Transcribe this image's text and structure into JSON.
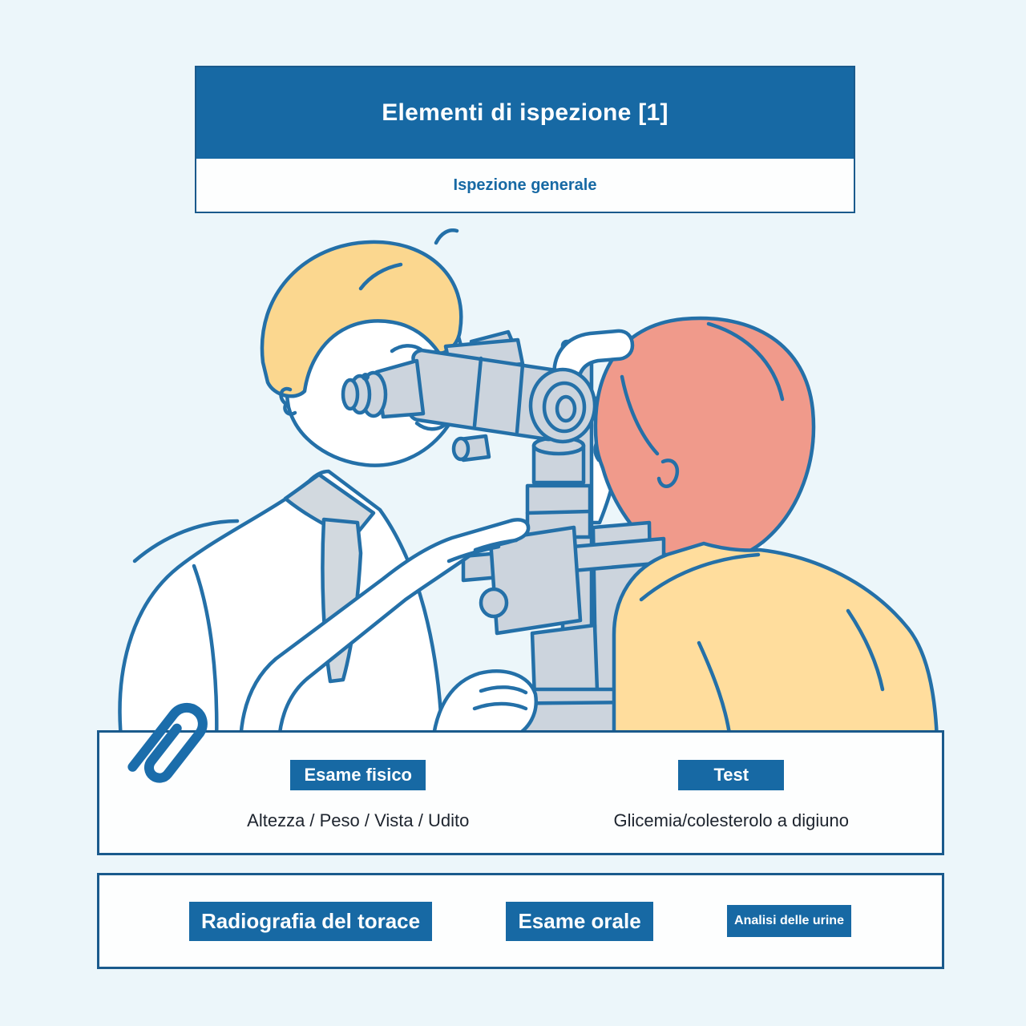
{
  "header": {
    "title": "Elementi di ispezione [1]",
    "subtitle": "Ispezione generale"
  },
  "illustration": {
    "alt": "Medico con camice che esamina la vista di un paziente con una lampada a fessura",
    "figures": [
      "doctor",
      "patient",
      "slit-lamp-device",
      "paperclip"
    ]
  },
  "summary": {
    "groups": [
      {
        "label": "Esame fisico",
        "detail": "Altezza / Peso / Vista / Udito"
      },
      {
        "label": "Test",
        "detail": "Glicemia/colesterolo a digiuno"
      }
    ]
  },
  "list": {
    "buttons": [
      {
        "label": "Radiografia del torace"
      },
      {
        "label": "Esame orale"
      },
      {
        "label": "Analisi delle urine"
      }
    ]
  },
  "colors": {
    "background": "#ecf6fa",
    "primary_blue": "#1769a4",
    "border_navy": "#1a5a8c",
    "outline_blue": "#2470a8",
    "text_dark": "#1d242e",
    "doctor_hair": "#fbd78f",
    "patient_hair": "#f09a8b",
    "patient_shirt": "#ffdd9d",
    "device_gray": "#ccd4dd"
  }
}
